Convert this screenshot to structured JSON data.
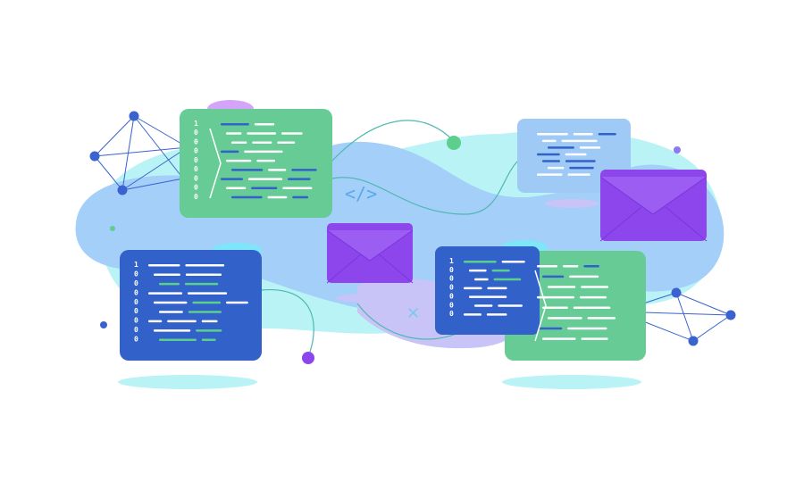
{
  "illustration": {
    "code_symbol": "</>",
    "gutter_numbers": [
      "1",
      "0",
      "0",
      "0",
      "0",
      "0",
      "0",
      "0",
      "0"
    ],
    "colors": {
      "green_panel": "#66cb94",
      "blue_panel": "#3262c9",
      "light_panel": "#9fcaf5",
      "envelope": "#8c46ec",
      "blob": "#a3cff8",
      "node": "#3a63d0",
      "code_white": "#ffffff",
      "code_green": "#5dcf8d",
      "code_blue": "#3262c9"
    }
  }
}
